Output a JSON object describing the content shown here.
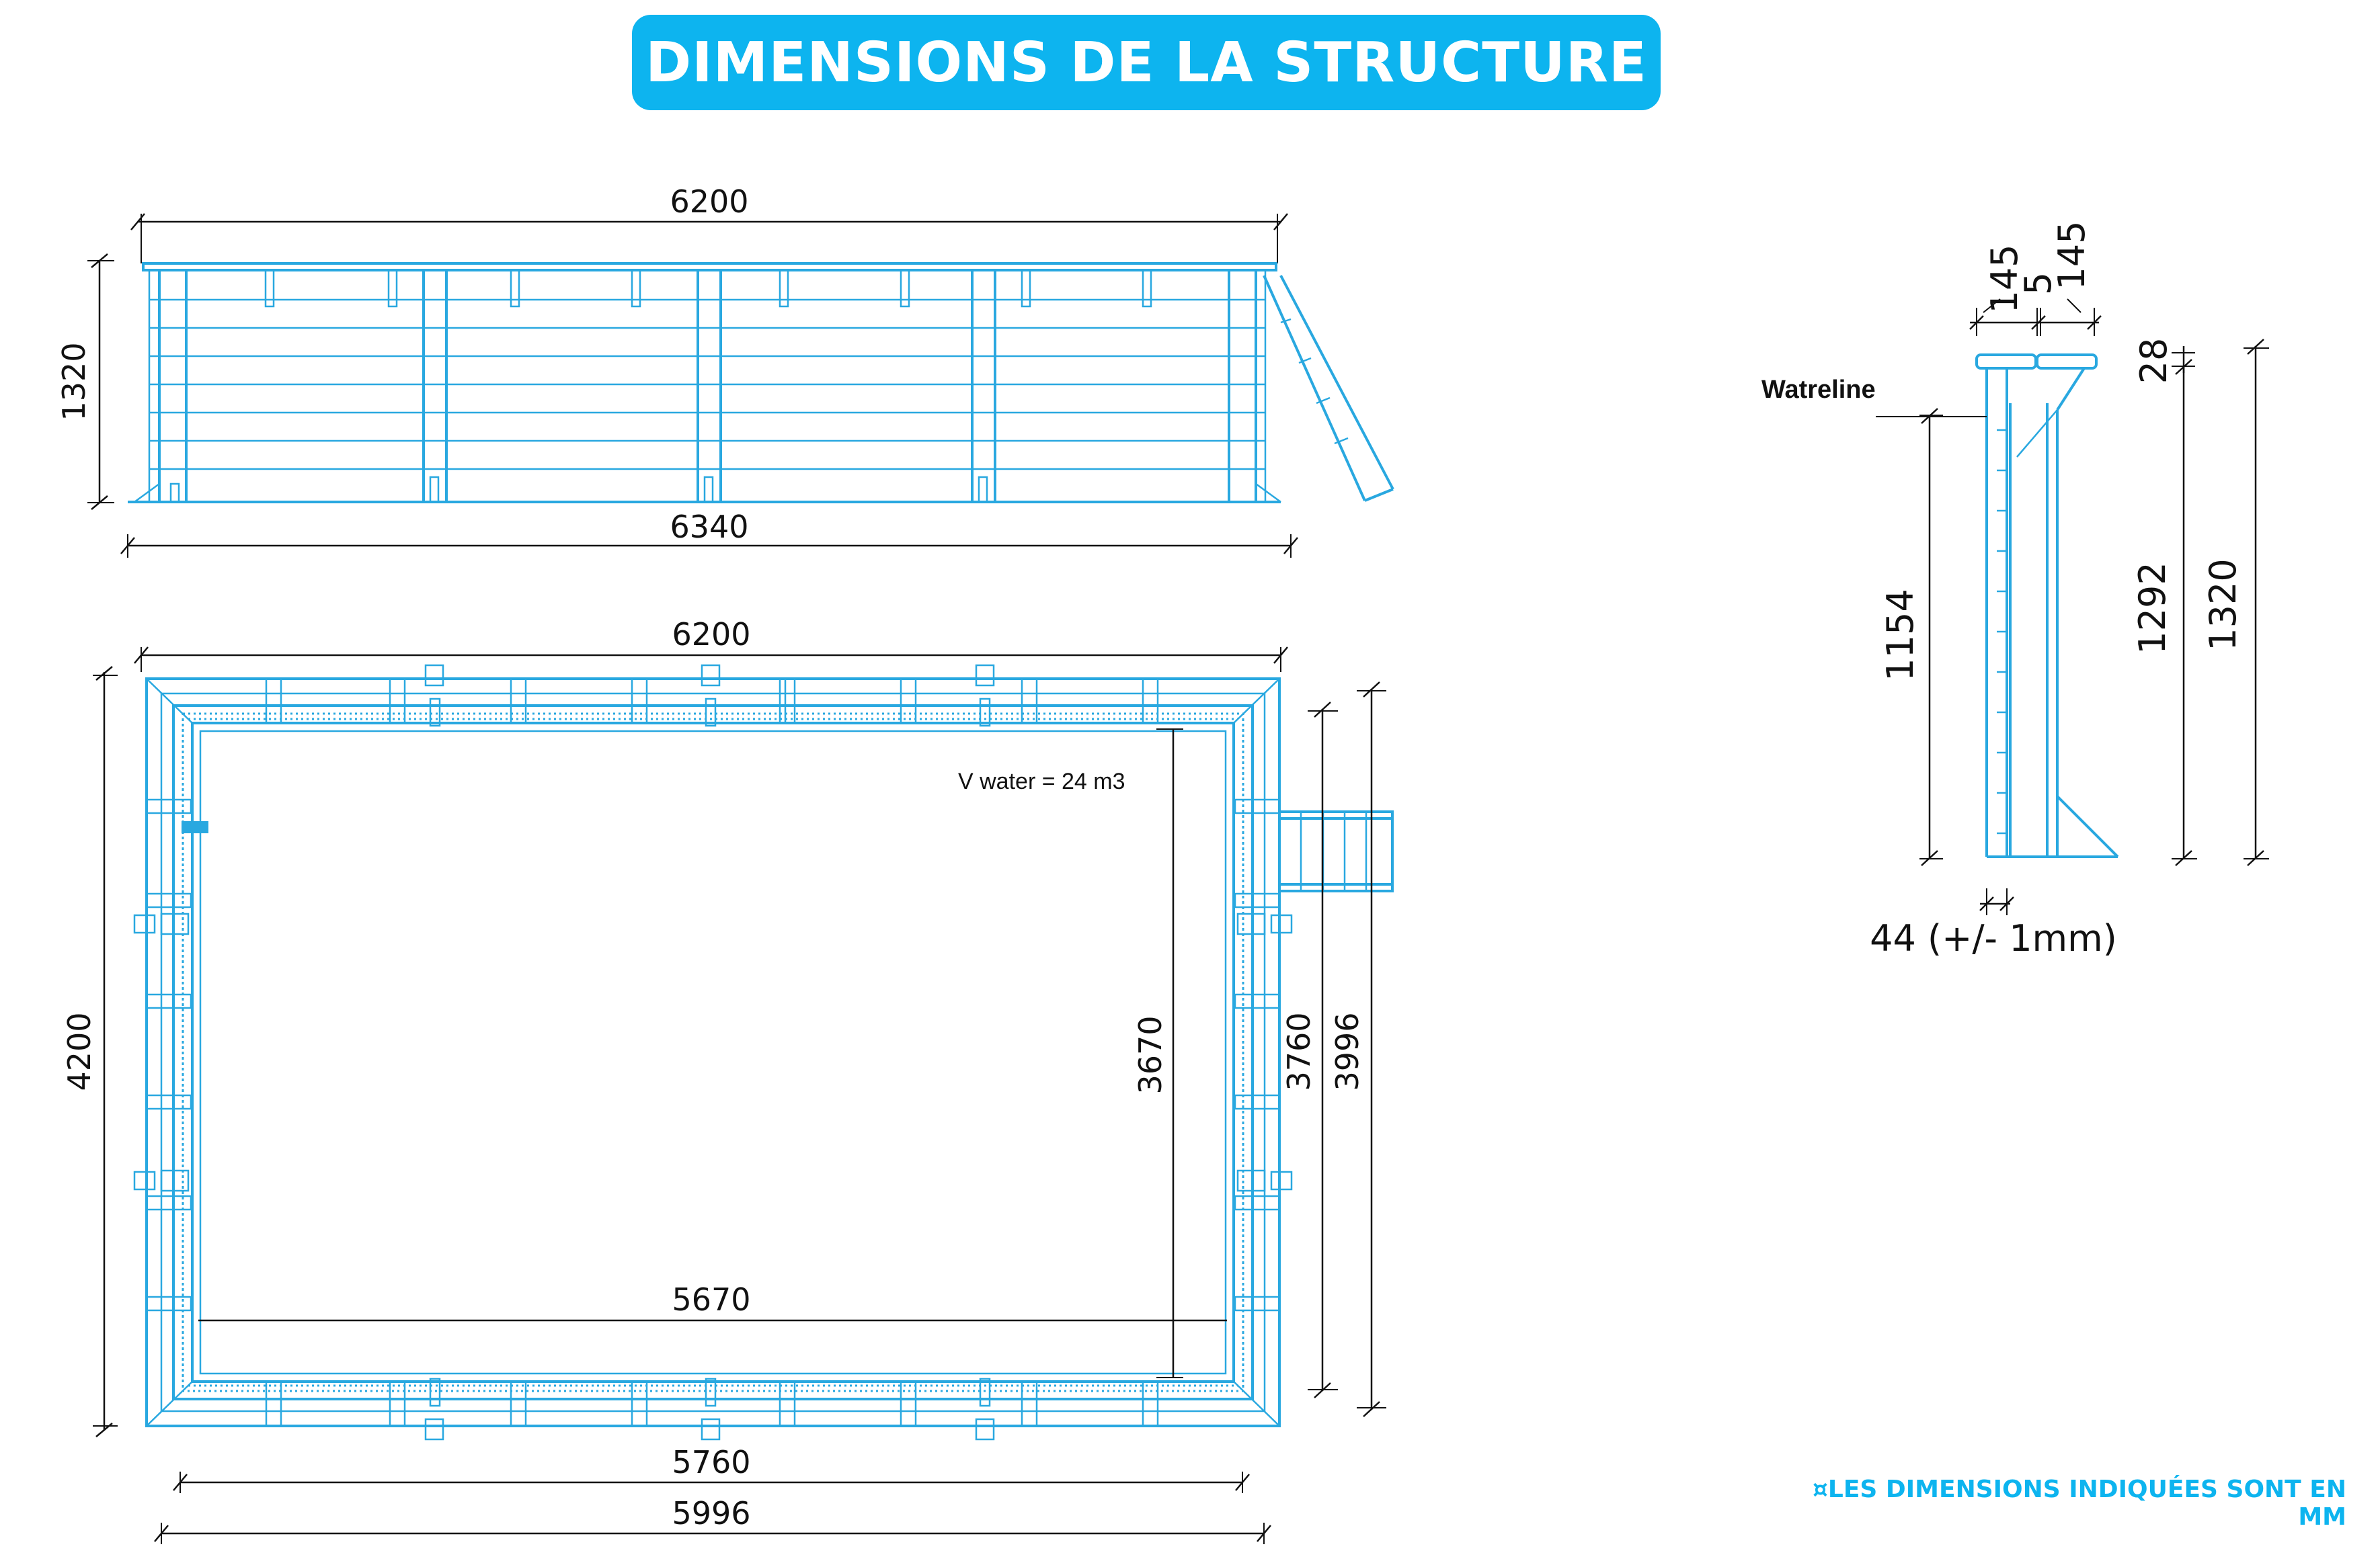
{
  "header": {
    "title": "DIMENSIONS DE LA STRUCTURE"
  },
  "footnote": "¤LES DIMENSIONS INDIQUÉES SONT EN MM",
  "side_view": {
    "width_top": "6200",
    "width_bottom": "6340",
    "height": "1320"
  },
  "top_view": {
    "width_top": "6200",
    "height_outer": "4200",
    "volume_label": "V water = 24 m3",
    "inner_height": "3670",
    "inner_width": "5670",
    "height_3760": "3760",
    "height_3996": "3996",
    "width_5760": "5760",
    "width_5996": "5996"
  },
  "section_view": {
    "top_a": "145",
    "top_b": "5",
    "top_c": "145",
    "cap": "28",
    "waterline_label": "Watreline",
    "water_depth": "1154",
    "wall_height": "1292",
    "total_height": "1320",
    "thickness": "44 (+/- 1mm)"
  },
  "colors": {
    "accent": "#0db4ef",
    "drawing": "#29a8e0",
    "dimension": "#111111"
  }
}
